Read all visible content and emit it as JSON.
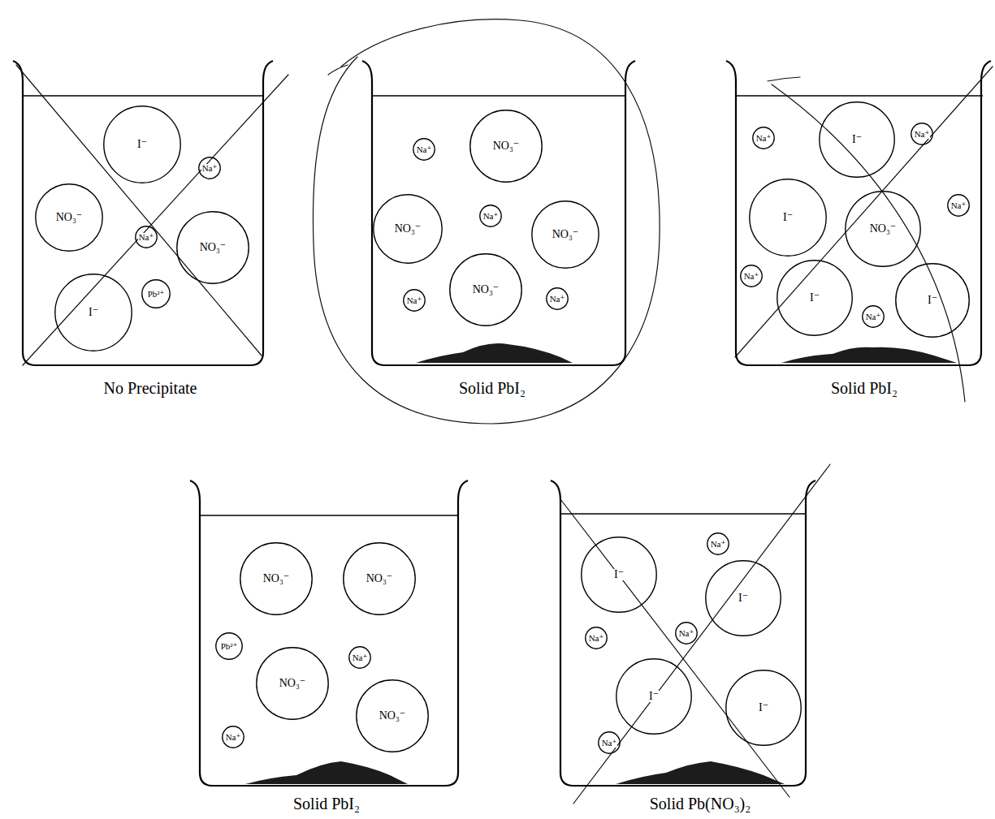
{
  "diagram": {
    "nodes": [
      {
        "text": [
          "No Precipitate"
        ]
      },
      {
        "text": [
          "I⁻"
        ],
        "in": 0
      },
      {
        "text": [
          "Na⁺"
        ],
        "in": 0
      },
      {
        "text": [
          "NO₃⁻"
        ],
        "in": 0
      },
      {
        "text": [
          "Na⁺"
        ],
        "in": 0
      },
      {
        "text": [
          "NO₃⁻"
        ],
        "in": 0
      },
      {
        "text": [
          "Pb²⁺"
        ],
        "in": 0
      },
      {
        "text": [
          "I⁻"
        ],
        "in": 0
      },
      {
        "text": [
          "Solid PbI₂"
        ]
      },
      {
        "text": [
          "Na⁺"
        ],
        "in": 8
      },
      {
        "text": [
          "NO₃⁻"
        ],
        "in": 8
      },
      {
        "text": [
          "Na⁺"
        ],
        "in": 8
      },
      {
        "text": [
          "NO₃⁻"
        ],
        "in": 8
      },
      {
        "text": [
          "NO₃⁻"
        ],
        "in": 8
      },
      {
        "text": [
          "NO₃⁻"
        ],
        "in": 8
      },
      {
        "text": [
          "Na⁺"
        ],
        "in": 8
      },
      {
        "text": [
          "Na⁺"
        ],
        "in": 8
      },
      {
        "text": [
          "Solid PbI₂"
        ]
      },
      {
        "text": [
          "Na⁺"
        ],
        "in": 17
      },
      {
        "text": [
          "I⁻"
        ],
        "in": 17
      },
      {
        "text": [
          "Na⁺"
        ],
        "in": 17
      },
      {
        "text": [
          "I⁻"
        ],
        "in": 17
      },
      {
        "text": [
          "NO₃⁻"
        ],
        "in": 17
      },
      {
        "text": [
          "Na⁺"
        ],
        "in": 17
      },
      {
        "text": [
          "Na⁺"
        ],
        "in": 17
      },
      {
        "text": [
          "I⁻"
        ],
        "in": 17
      },
      {
        "text": [
          "Na⁺"
        ],
        "in": 17
      },
      {
        "text": [
          "I⁻"
        ],
        "in": 17
      },
      {
        "text": [
          "Solid PbI₂"
        ]
      },
      {
        "text": [
          "NO₃⁻"
        ],
        "in": 28
      },
      {
        "text": [
          "NO₃⁻"
        ],
        "in": 28
      },
      {
        "text": [
          "Pb²⁺"
        ],
        "in": 28
      },
      {
        "text": [
          "Na⁺"
        ],
        "in": 28
      },
      {
        "text": [
          "NO₃⁻"
        ],
        "in": 28
      },
      {
        "text": [
          "NO₃⁻"
        ],
        "in": 28
      },
      {
        "text": [
          "Na⁺"
        ],
        "in": 28
      },
      {
        "text": [
          "Solid Pb(NO₃)₂"
        ]
      },
      {
        "text": [
          "Na⁺"
        ],
        "in": 36
      },
      {
        "text": [
          "I⁻"
        ],
        "in": 36
      },
      {
        "text": [
          "I⁻"
        ],
        "in": 36
      },
      {
        "text": [
          "Na⁺"
        ],
        "in": 36
      },
      {
        "text": [
          "Na⁺"
        ],
        "in": 36
      },
      {
        "text": [
          "I⁻"
        ],
        "in": 36
      },
      {
        "text": [
          "I⁻"
        ],
        "in": 36
      },
      {
        "text": [
          "Na⁺"
        ],
        "in": 36
      }
    ]
  }
}
